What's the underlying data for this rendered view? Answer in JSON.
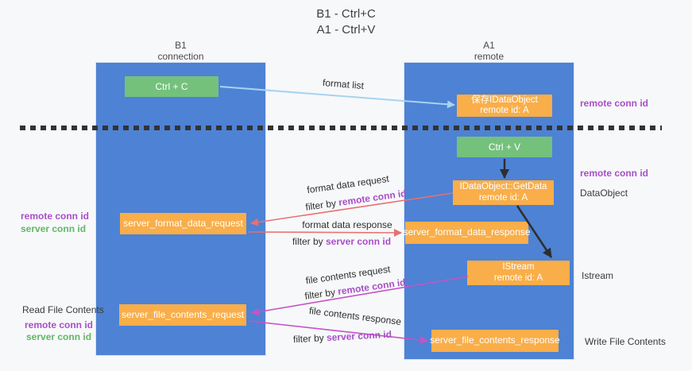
{
  "title": {
    "line1": "B1 - Ctrl+C",
    "line2": "A1 - Ctrl+V"
  },
  "lifelines": {
    "left": {
      "name": "B1",
      "role": "connection"
    },
    "right": {
      "name": "A1",
      "role": "remote"
    }
  },
  "nodes": {
    "ctrl_c": {
      "label": "Ctrl + C"
    },
    "save_dataobject": {
      "line1": "保存IDataObject",
      "line2": "remote id: A"
    },
    "ctrl_v": {
      "label": "Ctrl + V"
    },
    "getdata": {
      "line1": "IDataObject::GetData",
      "line2": "remote id: A"
    },
    "format_request": {
      "label": "server_format_data_request"
    },
    "format_response": {
      "label": "server_format_data_response"
    },
    "istream": {
      "line1": "IStream",
      "line2": "remote id: A"
    },
    "file_request": {
      "label": "server_file_contents_request"
    },
    "file_response": {
      "label": "server_file_contents_response"
    }
  },
  "messages": {
    "format_list": {
      "label": "format list"
    },
    "format_data_request": {
      "label": "format data request",
      "filter_prefix": "filter by ",
      "filter_key": "remote conn id"
    },
    "format_data_response": {
      "label": "format data response",
      "filter_prefix": "filter by ",
      "filter_key": "server conn id"
    },
    "file_contents_request": {
      "label": "file contents request",
      "filter_prefix": "filter by ",
      "filter_key": "remote conn id"
    },
    "file_contents_response": {
      "label": "file contents response",
      "filter_prefix": "filter by ",
      "filter_key": "server conn id"
    }
  },
  "annotations": {
    "right": {
      "remote_conn_id_top": "remote conn id",
      "remote_conn_id_mid": "remote conn id",
      "dataobject": "DataObject",
      "istream": "Istream",
      "write_file_contents": "Write File Contents"
    },
    "left": {
      "remote_conn_id_top": "remote conn id",
      "server_conn_id_top": "server conn id",
      "read_file_contents": "Read File Contents",
      "remote_conn_id_bottom": "remote conn id",
      "server_conn_id_bottom": "server conn id"
    }
  },
  "colors": {
    "bg": "#f7f8fa",
    "column-blue": "#4e82d4",
    "box-green": "#74c17c",
    "box-orange": "#f9ae49",
    "label-purple": "#a84fc6",
    "label-green": "#62b766",
    "arrow-blue": "#a6d3f0",
    "arrow-red": "#e87070",
    "arrow-magenta": "#c653c6",
    "arrow-black": "#2e2e2e",
    "text-dark": "#3f3f3f"
  }
}
